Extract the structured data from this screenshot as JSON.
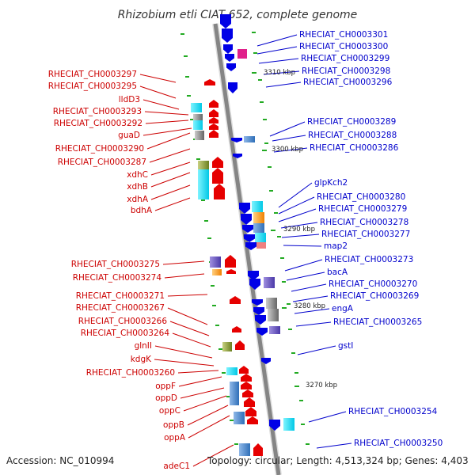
{
  "title": "Rhizobium etli CIAT 652, complete genome",
  "footer": {
    "accession": "Accession: NC_010994",
    "summary": "Topology: circular; Length: 4,513,324 bp; Genes: 4,403"
  },
  "colors": {
    "forward": "#e60000",
    "reverse": "#0000e6",
    "label_forward": "#cc0000",
    "label_reverse": "#0000cc",
    "backbone": "#888888"
  },
  "kbp_marks": [
    "3310 kbp",
    "3300 kbp",
    "3290 kbp",
    "3280 kbp",
    "3270 kbp"
  ],
  "left_labels": [
    "RHECIAT_CH0003297",
    "RHECIAT_CH0003295",
    "lldD3",
    "RHECIAT_CH0003293",
    "RHECIAT_CH0003292",
    "guaD",
    "RHECIAT_CH0003290",
    "RHECIAT_CH0003287",
    "xdhC",
    "xdhB",
    "xdhA",
    "bdhA",
    "RHECIAT_CH0003275",
    "RHECIAT_CH0003274",
    "RHECIAT_CH0003271",
    "RHECIAT_CH0003267",
    "RHECIAT_CH0003266",
    "RHECIAT_CH0003264",
    "glnII",
    "kdgK",
    "RHECIAT_CH0003260",
    "oppF",
    "oppD",
    "oppC",
    "oppB",
    "oppA",
    "adeC1"
  ],
  "right_labels": [
    "RHECIAT_CH0003301",
    "RHECIAT_CH0003300",
    "RHECIAT_CH0003299",
    "RHECIAT_CH0003298",
    "RHECIAT_CH0003296",
    "RHECIAT_CH0003289",
    "RHECIAT_CH0003288",
    "RHECIAT_CH0003286",
    "glpKch2",
    "RHECIAT_CH0003280",
    "RHECIAT_CH0003279",
    "RHECIAT_CH0003278",
    "RHECIAT_CH0003277",
    "map2",
    "RHECIAT_CH0003273",
    "bacA",
    "RHECIAT_CH0003270",
    "RHECIAT_CH0003269",
    "engA",
    "RHECIAT_CH0003265",
    "gstI",
    "RHECIAT_CH0003254",
    "RHECIAT_CH0003250"
  ]
}
